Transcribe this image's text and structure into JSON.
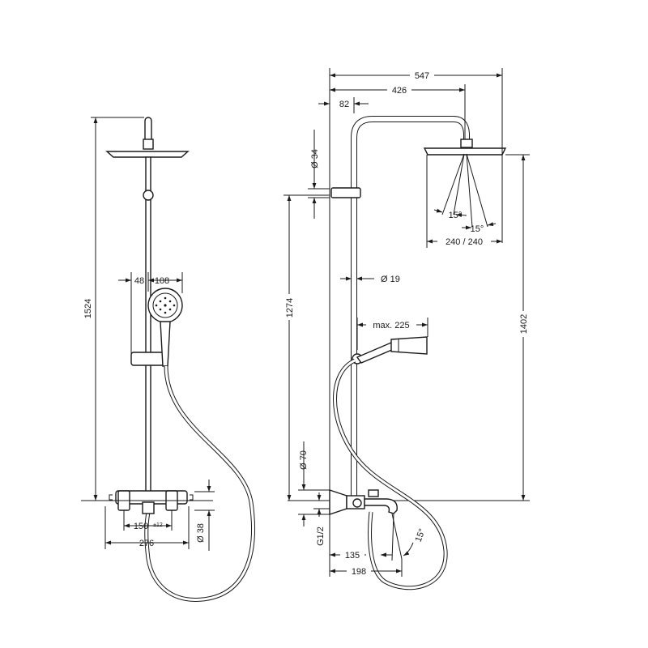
{
  "front_view": {
    "dim_total_height": "1524",
    "dim_offset_a": "48",
    "dim_handshower_dia": "108",
    "dim_connection_centers": "150",
    "dim_tolerance": "±12",
    "dim_mixer_width": "276",
    "dim_mixer_dia": "Ø 38"
  },
  "side_view": {
    "dim_overall_width": "547",
    "dim_arm_length": "426",
    "dim_wall_offset": "82",
    "dim_bracket_dia": "Ø 34",
    "dim_rail_height": "1274",
    "dim_pipe_dia": "Ø 19",
    "dim_handshower_reach": "max. 225",
    "dim_head_height": "1402",
    "dim_spray_angle_left": "15°",
    "dim_spray_angle_right": "15°",
    "dim_head_size": "240 / 240",
    "dim_rosette_dia": "Ø 70",
    "dim_thread": "G1/2",
    "dim_spout_angle": "15°",
    "dim_spout_reach_a": "135",
    "dim_spout_reach_b": "198"
  }
}
